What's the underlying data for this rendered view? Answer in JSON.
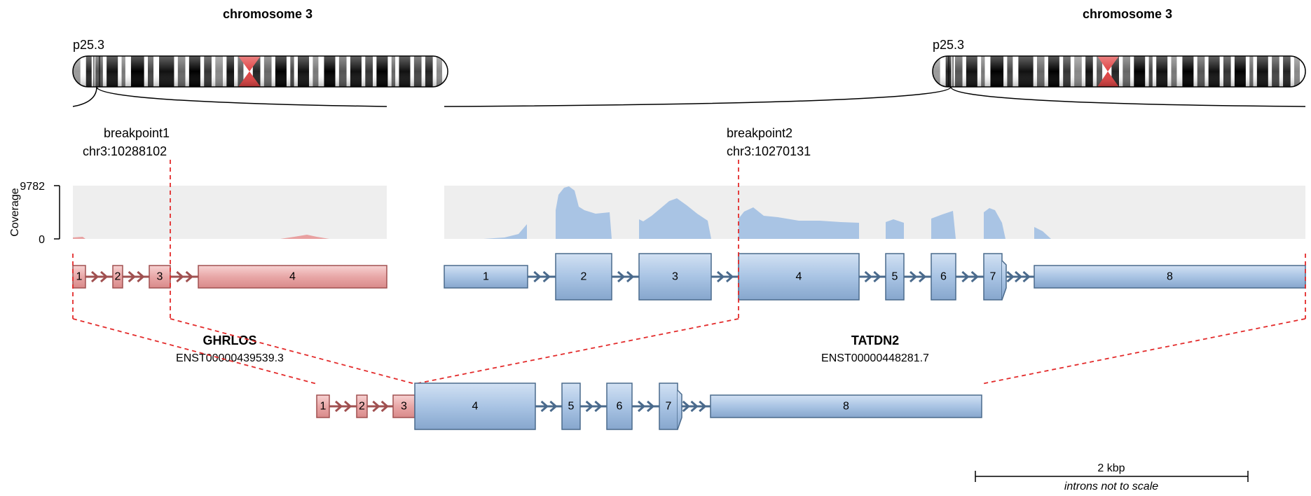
{
  "chromosomes": [
    {
      "title": "chromosome 3",
      "band": "p25.3"
    },
    {
      "title": "chromosome 3",
      "band": "p25.3"
    }
  ],
  "breakpoints": [
    {
      "name": "breakpoint1",
      "position": "chr3:10288102"
    },
    {
      "name": "breakpoint2",
      "position": "chr3:10270131"
    }
  ],
  "coverage": {
    "label": "Coverage",
    "max_tick": "9782",
    "min_tick": "0"
  },
  "genes": [
    {
      "symbol": "GHRLOS",
      "transcript": "ENST00000439539.3",
      "color": "#e8a0a0",
      "exons": [
        "1",
        "2",
        "3",
        "4"
      ]
    },
    {
      "symbol": "TATDN2",
      "transcript": "ENST00000448281.7",
      "color": "#a9c4e4",
      "exons": [
        "1",
        "2",
        "3",
        "4",
        "5",
        "6",
        "7",
        "8"
      ]
    }
  ],
  "fusion": {
    "exons": [
      "1",
      "2",
      "3",
      "4",
      "5",
      "6",
      "7",
      "8"
    ]
  },
  "scale": {
    "label": "2 kbp",
    "note": "introns not to scale"
  },
  "colors": {
    "gene1_fill": "#e8a0a0",
    "gene1_stroke": "#a05050",
    "gene2_fill": "#a9c4e4",
    "gene2_stroke": "#4a6a8c",
    "coverage_bg": "#eeeeee",
    "breakpoint": "#e32b2b"
  }
}
